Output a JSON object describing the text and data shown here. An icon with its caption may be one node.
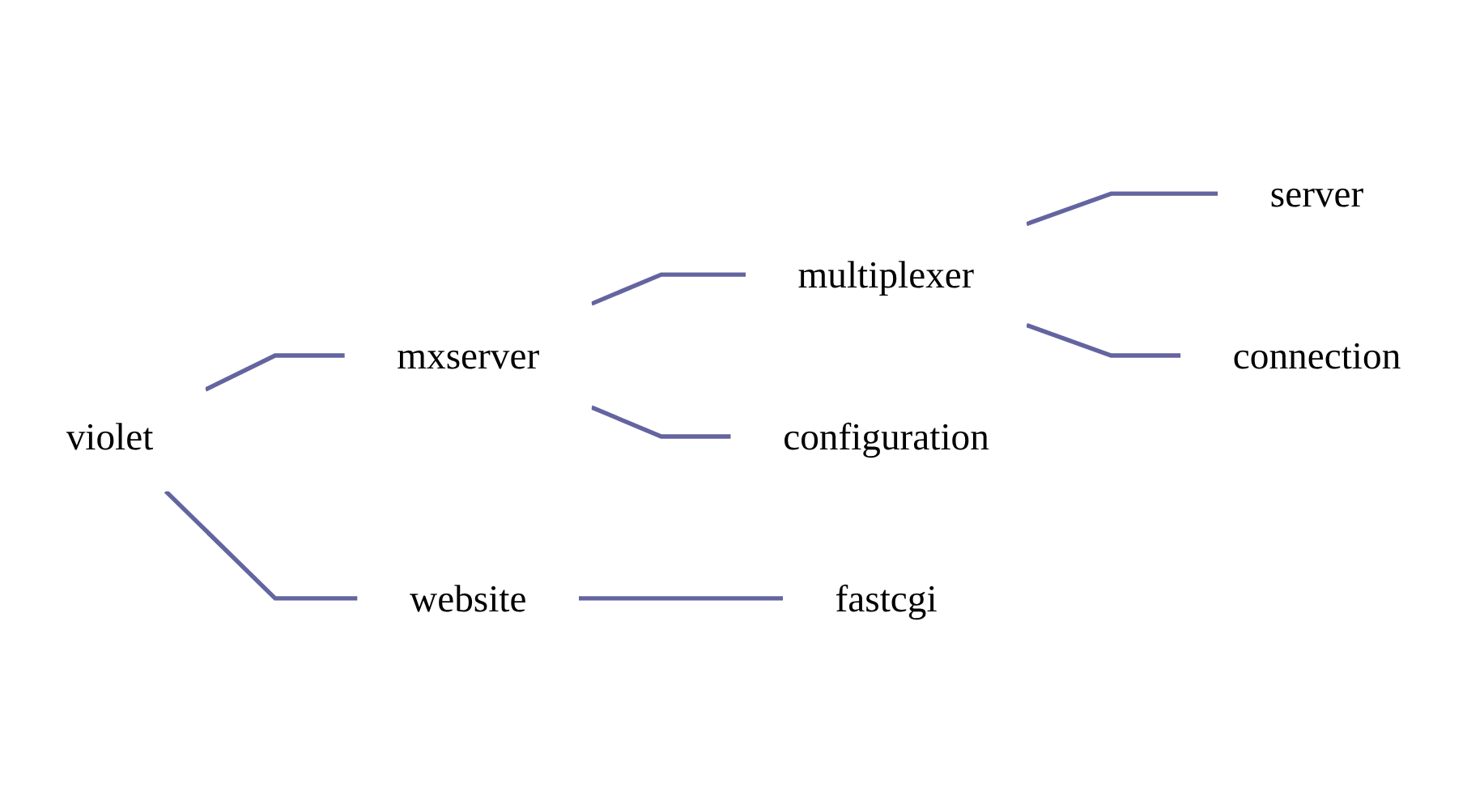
{
  "diagram": {
    "nodes": [
      {
        "text": [
          "violet"
        ]
      },
      {
        "text": [
          "mxserver"
        ]
      },
      {
        "text": [
          "multiplexer"
        ]
      },
      {
        "text": [
          "server"
        ]
      },
      {
        "text": [
          "connection"
        ]
      },
      {
        "text": [
          "configuration"
        ]
      },
      {
        "text": [
          "website"
        ]
      },
      {
        "text": [
          "fastcgi"
        ]
      }
    ],
    "edges": [
      {
        "from": 0,
        "to": 1,
        "arrow": "none"
      },
      {
        "from": 1,
        "to": 2,
        "arrow": "none"
      },
      {
        "from": 2,
        "to": 3,
        "arrow": "none"
      },
      {
        "from": 2,
        "to": 4,
        "arrow": "none"
      },
      {
        "from": 1,
        "to": 5,
        "arrow": "none"
      },
      {
        "from": 0,
        "to": 6,
        "arrow": "none"
      },
      {
        "from": 6,
        "to": 7,
        "arrow": "none"
      }
    ]
  }
}
